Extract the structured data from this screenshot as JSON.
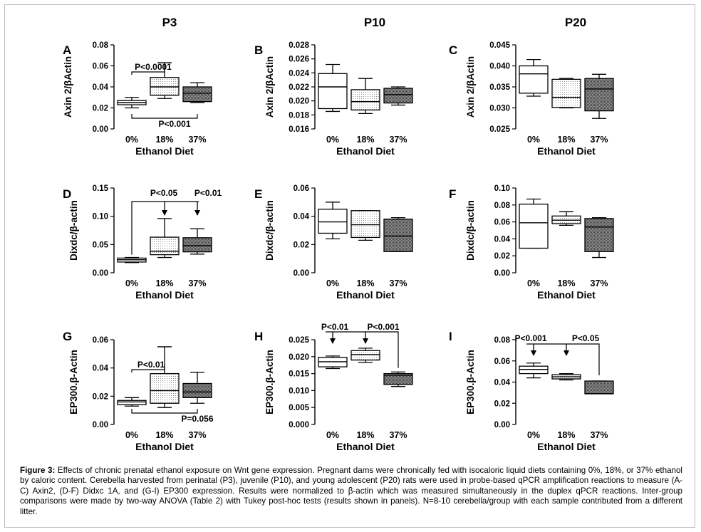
{
  "columns": [
    "P3",
    "P10",
    "P20"
  ],
  "caption": {
    "label": "Figure 3:",
    "text": "Effects of chronic prenatal ethanol exposure on Wnt gene expression. Pregnant dams were chronically fed with isocaloric liquid diets containing 0%, 18%, or 37% ethanol by caloric content. Cerebella harvested from perinatal (P3), juvenile (P10), and young adolescent (P20) rats were used in probe-based qPCR amplification reactions to measure (A-C) Axin2, (D-F) Didxc 1A, and (G-I) EP300 expression. Results were normalized to β-actin which was measured simultaneously in the duplex qPCR reactions. Inter-group comparisons were made by two-way ANOVA (Table 2) with Tukey post-hoc tests (results shown in panels). N=8-10 cerebella/group with each sample contributed from a different litter."
  },
  "chart_data": [
    {
      "panel": "A",
      "type": "box",
      "ylabel": "Axin 2/βActin",
      "xlabel": "Ethanol Diet",
      "categories": [
        "0%",
        "18%",
        "37%"
      ],
      "ylim": [
        0,
        0.08
      ],
      "yticks": [
        "0.00",
        "0.02",
        "0.04",
        "0.06",
        "0.08"
      ],
      "boxes": [
        {
          "min": 0.02,
          "q1": 0.023,
          "median": 0.025,
          "q3": 0.027,
          "max": 0.03
        },
        {
          "min": 0.029,
          "q1": 0.032,
          "median": 0.04,
          "q3": 0.049,
          "max": 0.063
        },
        {
          "min": 0.025,
          "q1": 0.026,
          "median": 0.034,
          "q3": 0.04,
          "max": 0.044
        }
      ],
      "annotations": [
        "P<0.0001",
        "P<0.001"
      ]
    },
    {
      "panel": "B",
      "type": "box",
      "ylabel": "Axin 2/βActin",
      "xlabel": "Ethanol Diet",
      "categories": [
        "0%",
        "18%",
        "37%"
      ],
      "ylim": [
        0.016,
        0.028
      ],
      "yticks": [
        "0.016",
        "0.018",
        "0.020",
        "0.022",
        "0.024",
        "0.026",
        "0.028"
      ],
      "boxes": [
        {
          "min": 0.0185,
          "q1": 0.0189,
          "median": 0.022,
          "q3": 0.0239,
          "max": 0.0252
        },
        {
          "min": 0.0182,
          "q1": 0.0187,
          "median": 0.0199,
          "q3": 0.0216,
          "max": 0.0232
        },
        {
          "min": 0.0194,
          "q1": 0.0197,
          "median": 0.0209,
          "q3": 0.0218,
          "max": 0.022
        }
      ],
      "annotations": []
    },
    {
      "panel": "C",
      "type": "box",
      "ylabel": "Axin 2/βActin",
      "xlabel": "Ethanol Diet",
      "categories": [
        "0%",
        "18%",
        "37%"
      ],
      "ylim": [
        0.025,
        0.045
      ],
      "yticks": [
        "0.025",
        "0.030",
        "0.035",
        "0.040",
        "0.045"
      ],
      "boxes": [
        {
          "min": 0.0328,
          "q1": 0.0335,
          "median": 0.0381,
          "q3": 0.04,
          "max": 0.0415
        },
        {
          "min": 0.03,
          "q1": 0.0301,
          "median": 0.0325,
          "q3": 0.0368,
          "max": 0.037
        },
        {
          "min": 0.0275,
          "q1": 0.0293,
          "median": 0.0345,
          "q3": 0.037,
          "max": 0.038
        }
      ],
      "annotations": []
    },
    {
      "panel": "D",
      "type": "box",
      "ylabel": "Dixdc/β-actin",
      "xlabel": "Ethanol Diet",
      "categories": [
        "0%",
        "18%",
        "37%"
      ],
      "ylim": [
        0,
        0.15
      ],
      "yticks": [
        "0.00",
        "0.05",
        "0.10",
        "0.15"
      ],
      "boxes": [
        {
          "min": 0.018,
          "q1": 0.019,
          "median": 0.023,
          "q3": 0.026,
          "max": 0.027
        },
        {
          "min": 0.027,
          "q1": 0.032,
          "median": 0.038,
          "q3": 0.063,
          "max": 0.096
        },
        {
          "min": 0.033,
          "q1": 0.037,
          "median": 0.048,
          "q3": 0.062,
          "max": 0.078
        }
      ],
      "annotations": [
        "P<0.05",
        "P<0.01"
      ]
    },
    {
      "panel": "E",
      "type": "box",
      "ylabel": "Dixdc/β-actin",
      "xlabel": "Ethanol Diet",
      "categories": [
        "0%",
        "18%",
        "37%"
      ],
      "ylim": [
        0,
        0.06
      ],
      "yticks": [
        "0.00",
        "0.02",
        "0.04",
        "0.06"
      ],
      "boxes": [
        {
          "min": 0.024,
          "q1": 0.028,
          "median": 0.036,
          "q3": 0.045,
          "max": 0.05
        },
        {
          "min": 0.023,
          "q1": 0.025,
          "median": 0.034,
          "q3": 0.044,
          "max": 0.044
        },
        {
          "min": 0.015,
          "q1": 0.015,
          "median": 0.026,
          "q3": 0.038,
          "max": 0.039
        }
      ],
      "annotations": []
    },
    {
      "panel": "F",
      "type": "box",
      "ylabel": "Dixdc/β-actin",
      "xlabel": "Ethanol Diet",
      "categories": [
        "0%",
        "18%",
        "37%"
      ],
      "ylim": [
        0,
        0.1
      ],
      "yticks": [
        "0.00",
        "0.02",
        "0.04",
        "0.06",
        "0.08",
        "0.10"
      ],
      "boxes": [
        {
          "min": 0.029,
          "q1": 0.029,
          "median": 0.059,
          "q3": 0.081,
          "max": 0.087
        },
        {
          "min": 0.056,
          "q1": 0.058,
          "median": 0.062,
          "q3": 0.067,
          "max": 0.072
        },
        {
          "min": 0.018,
          "q1": 0.025,
          "median": 0.054,
          "q3": 0.064,
          "max": 0.065
        }
      ],
      "annotations": []
    },
    {
      "panel": "G",
      "type": "box",
      "ylabel": "EP300.β-Actin",
      "xlabel": "Ethanol Diet",
      "categories": [
        "0%",
        "18%",
        "37%"
      ],
      "ylim": [
        0,
        0.06
      ],
      "yticks": [
        "0.00",
        "0.02",
        "0.04",
        "0.06"
      ],
      "boxes": [
        {
          "min": 0.013,
          "q1": 0.014,
          "median": 0.016,
          "q3": 0.017,
          "max": 0.019
        },
        {
          "min": 0.012,
          "q1": 0.015,
          "median": 0.024,
          "q3": 0.036,
          "max": 0.055
        },
        {
          "min": 0.015,
          "q1": 0.019,
          "median": 0.023,
          "q3": 0.029,
          "max": 0.037
        }
      ],
      "annotations": [
        "P<0.01",
        "P=0.056"
      ]
    },
    {
      "panel": "H",
      "type": "box",
      "ylabel": "EP300.β-Actin",
      "xlabel": "Ethanol Diet",
      "categories": [
        "0%",
        "18%",
        "37%"
      ],
      "ylim": [
        0,
        0.025
      ],
      "yticks": [
        "0.000",
        "0.005",
        "0.010",
        "0.015",
        "0.020",
        "0.025"
      ],
      "boxes": [
        {
          "min": 0.0165,
          "q1": 0.017,
          "median": 0.0185,
          "q3": 0.0198,
          "max": 0.0202
        },
        {
          "min": 0.0183,
          "q1": 0.019,
          "median": 0.0206,
          "q3": 0.0218,
          "max": 0.0225
        },
        {
          "min": 0.0112,
          "q1": 0.0118,
          "median": 0.0145,
          "q3": 0.015,
          "max": 0.0155
        }
      ],
      "annotations": [
        "P<0.01",
        "P<0.001"
      ]
    },
    {
      "panel": "I",
      "type": "box",
      "ylabel": "EP300.β-Actin",
      "xlabel": "Ethanol Diet",
      "categories": [
        "0%",
        "18%",
        "37%"
      ],
      "ylim": [
        0,
        0.08
      ],
      "yticks": [
        "0.00",
        "0.02",
        "0.04",
        "0.06",
        "0.08"
      ],
      "boxes": [
        {
          "min": 0.044,
          "q1": 0.048,
          "median": 0.052,
          "q3": 0.055,
          "max": 0.058
        },
        {
          "min": 0.042,
          "q1": 0.043,
          "median": 0.045,
          "q3": 0.047,
          "max": 0.048
        },
        {
          "min": 0.029,
          "q1": 0.029,
          "median": 0.029,
          "q3": 0.041,
          "max": 0.041
        }
      ],
      "annotations": [
        "P<0.001",
        "P<0.05"
      ]
    }
  ]
}
